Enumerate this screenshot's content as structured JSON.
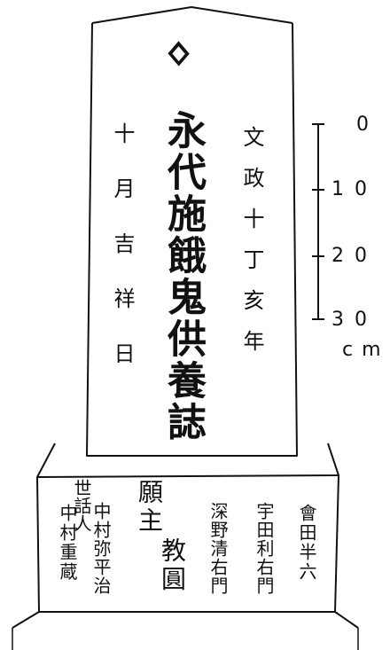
{
  "monument": {
    "seal": "ᛜ",
    "title": "永代施餓鬼供養誌",
    "date_right": "文政十丁亥年",
    "date_left": "十月吉祥日"
  },
  "base": {
    "col_sewanin": "世話人",
    "col_aida": "會田半六",
    "col_uda": "宇田利右門",
    "col_fukano": "深野清右門",
    "col_ganshu_label": "願主",
    "col_ganshu_name": "教圓",
    "col_nakamura_yaheiji": "中村弥平治",
    "col_nakamura_juzo": "中村重蔵"
  },
  "scale": {
    "tick_0": "0",
    "tick_10": "10",
    "tick_20": "20",
    "tick_30": "30",
    "unit": "cm"
  }
}
